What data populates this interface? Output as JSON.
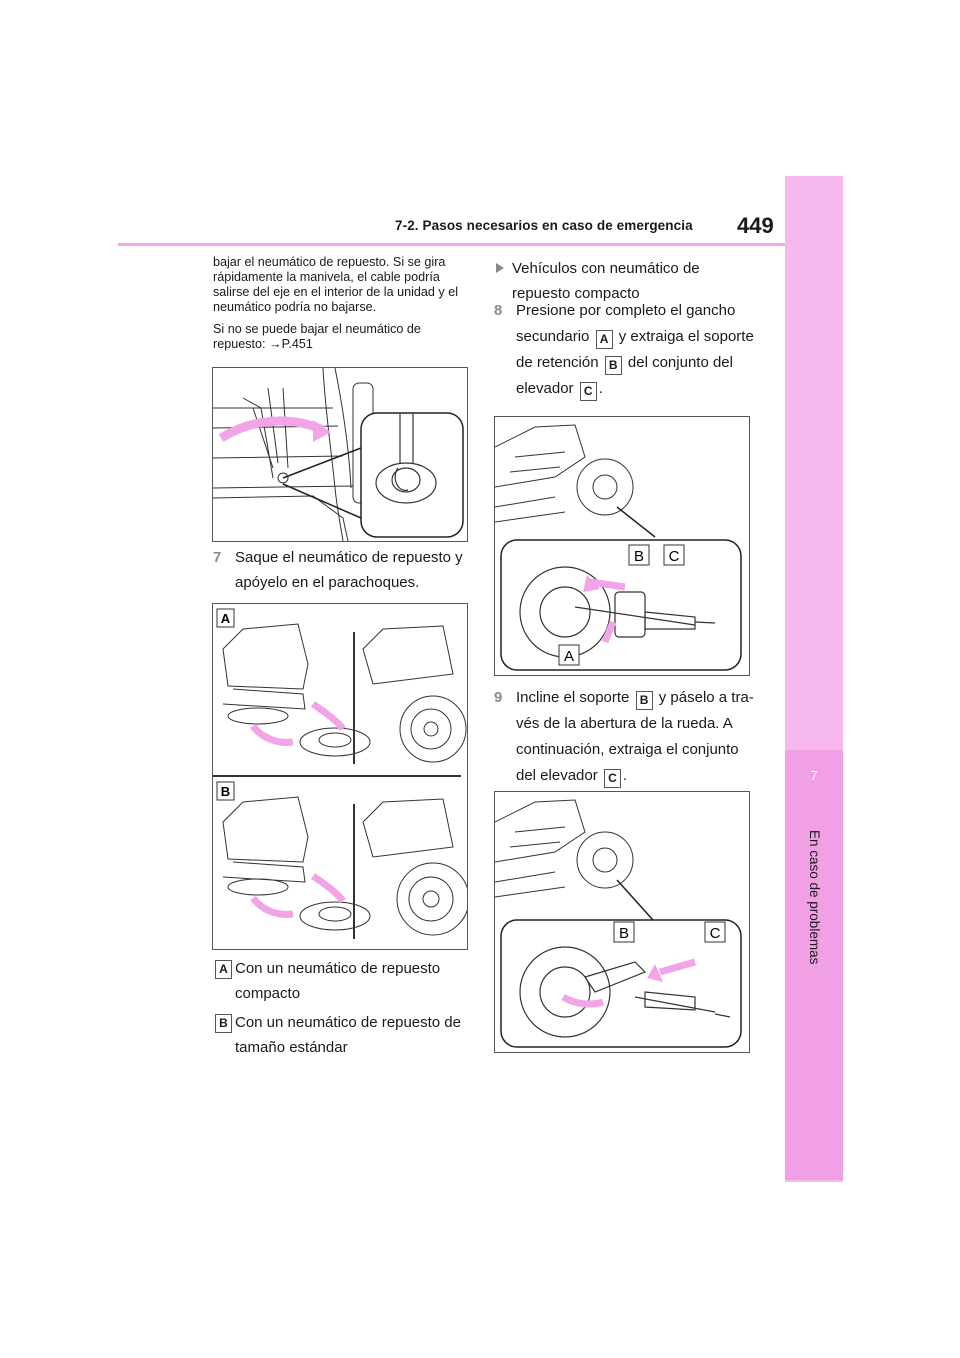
{
  "header": {
    "section_title": "7-2. Pasos necesarios en caso de emergencia",
    "page_number": "449"
  },
  "side_tab": {
    "chapter_number": "7",
    "chapter_label": "En caso de problemas"
  },
  "left": {
    "para1": "bajar el neumático de repuesto. Si se gira rápidamente la manivela, el cable podría salirse del eje en el interior de la unidad y el neumático podría no bajarse.",
    "para2": "Si no se puede bajar el neumático de repuesto: →P.451",
    "step7": {
      "num": "7",
      "lines": [
        "Saque el neumático de repuesto y",
        "apóyelo en el parachoques."
      ]
    },
    "fig2_labels": {
      "a": "A",
      "b": "B"
    },
    "captions": [
      {
        "key": "A",
        "lines": [
          "Con un neumático de repuesto",
          "compacto"
        ]
      },
      {
        "key": "B",
        "lines": [
          "Con un neumático de repuesto de",
          "tamaño estándar"
        ]
      }
    ]
  },
  "right": {
    "bullet_lines": [
      "Vehículos con neumático de",
      "repuesto compacto"
    ],
    "step8": {
      "num": "8",
      "l1": "Presione por completo el gancho",
      "l2a": "secundario",
      "l2b": "y extraiga el soporte",
      "l3a": "de retención",
      "l3b": "del conjunto del",
      "l4a": "elevador",
      "l4b": "."
    },
    "step9": {
      "num": "9",
      "l1a": "Incline el soporte",
      "l1b": "y páselo a tra-",
      "l2": "vés de la abertura de la rueda. A",
      "l3": "continuación, extraiga el conjunto",
      "l4a": "del elevador",
      "l4b": "."
    },
    "fig3_labels": {
      "a": "A",
      "b": "B",
      "c": "C"
    },
    "fig4_labels": {
      "b": "B",
      "c": "C"
    }
  },
  "keys": {
    "A": "A",
    "B": "B",
    "C": "C"
  },
  "colors": {
    "accent_pink": "#f7b8ee",
    "arrow_pink": "#f2a4e8"
  }
}
